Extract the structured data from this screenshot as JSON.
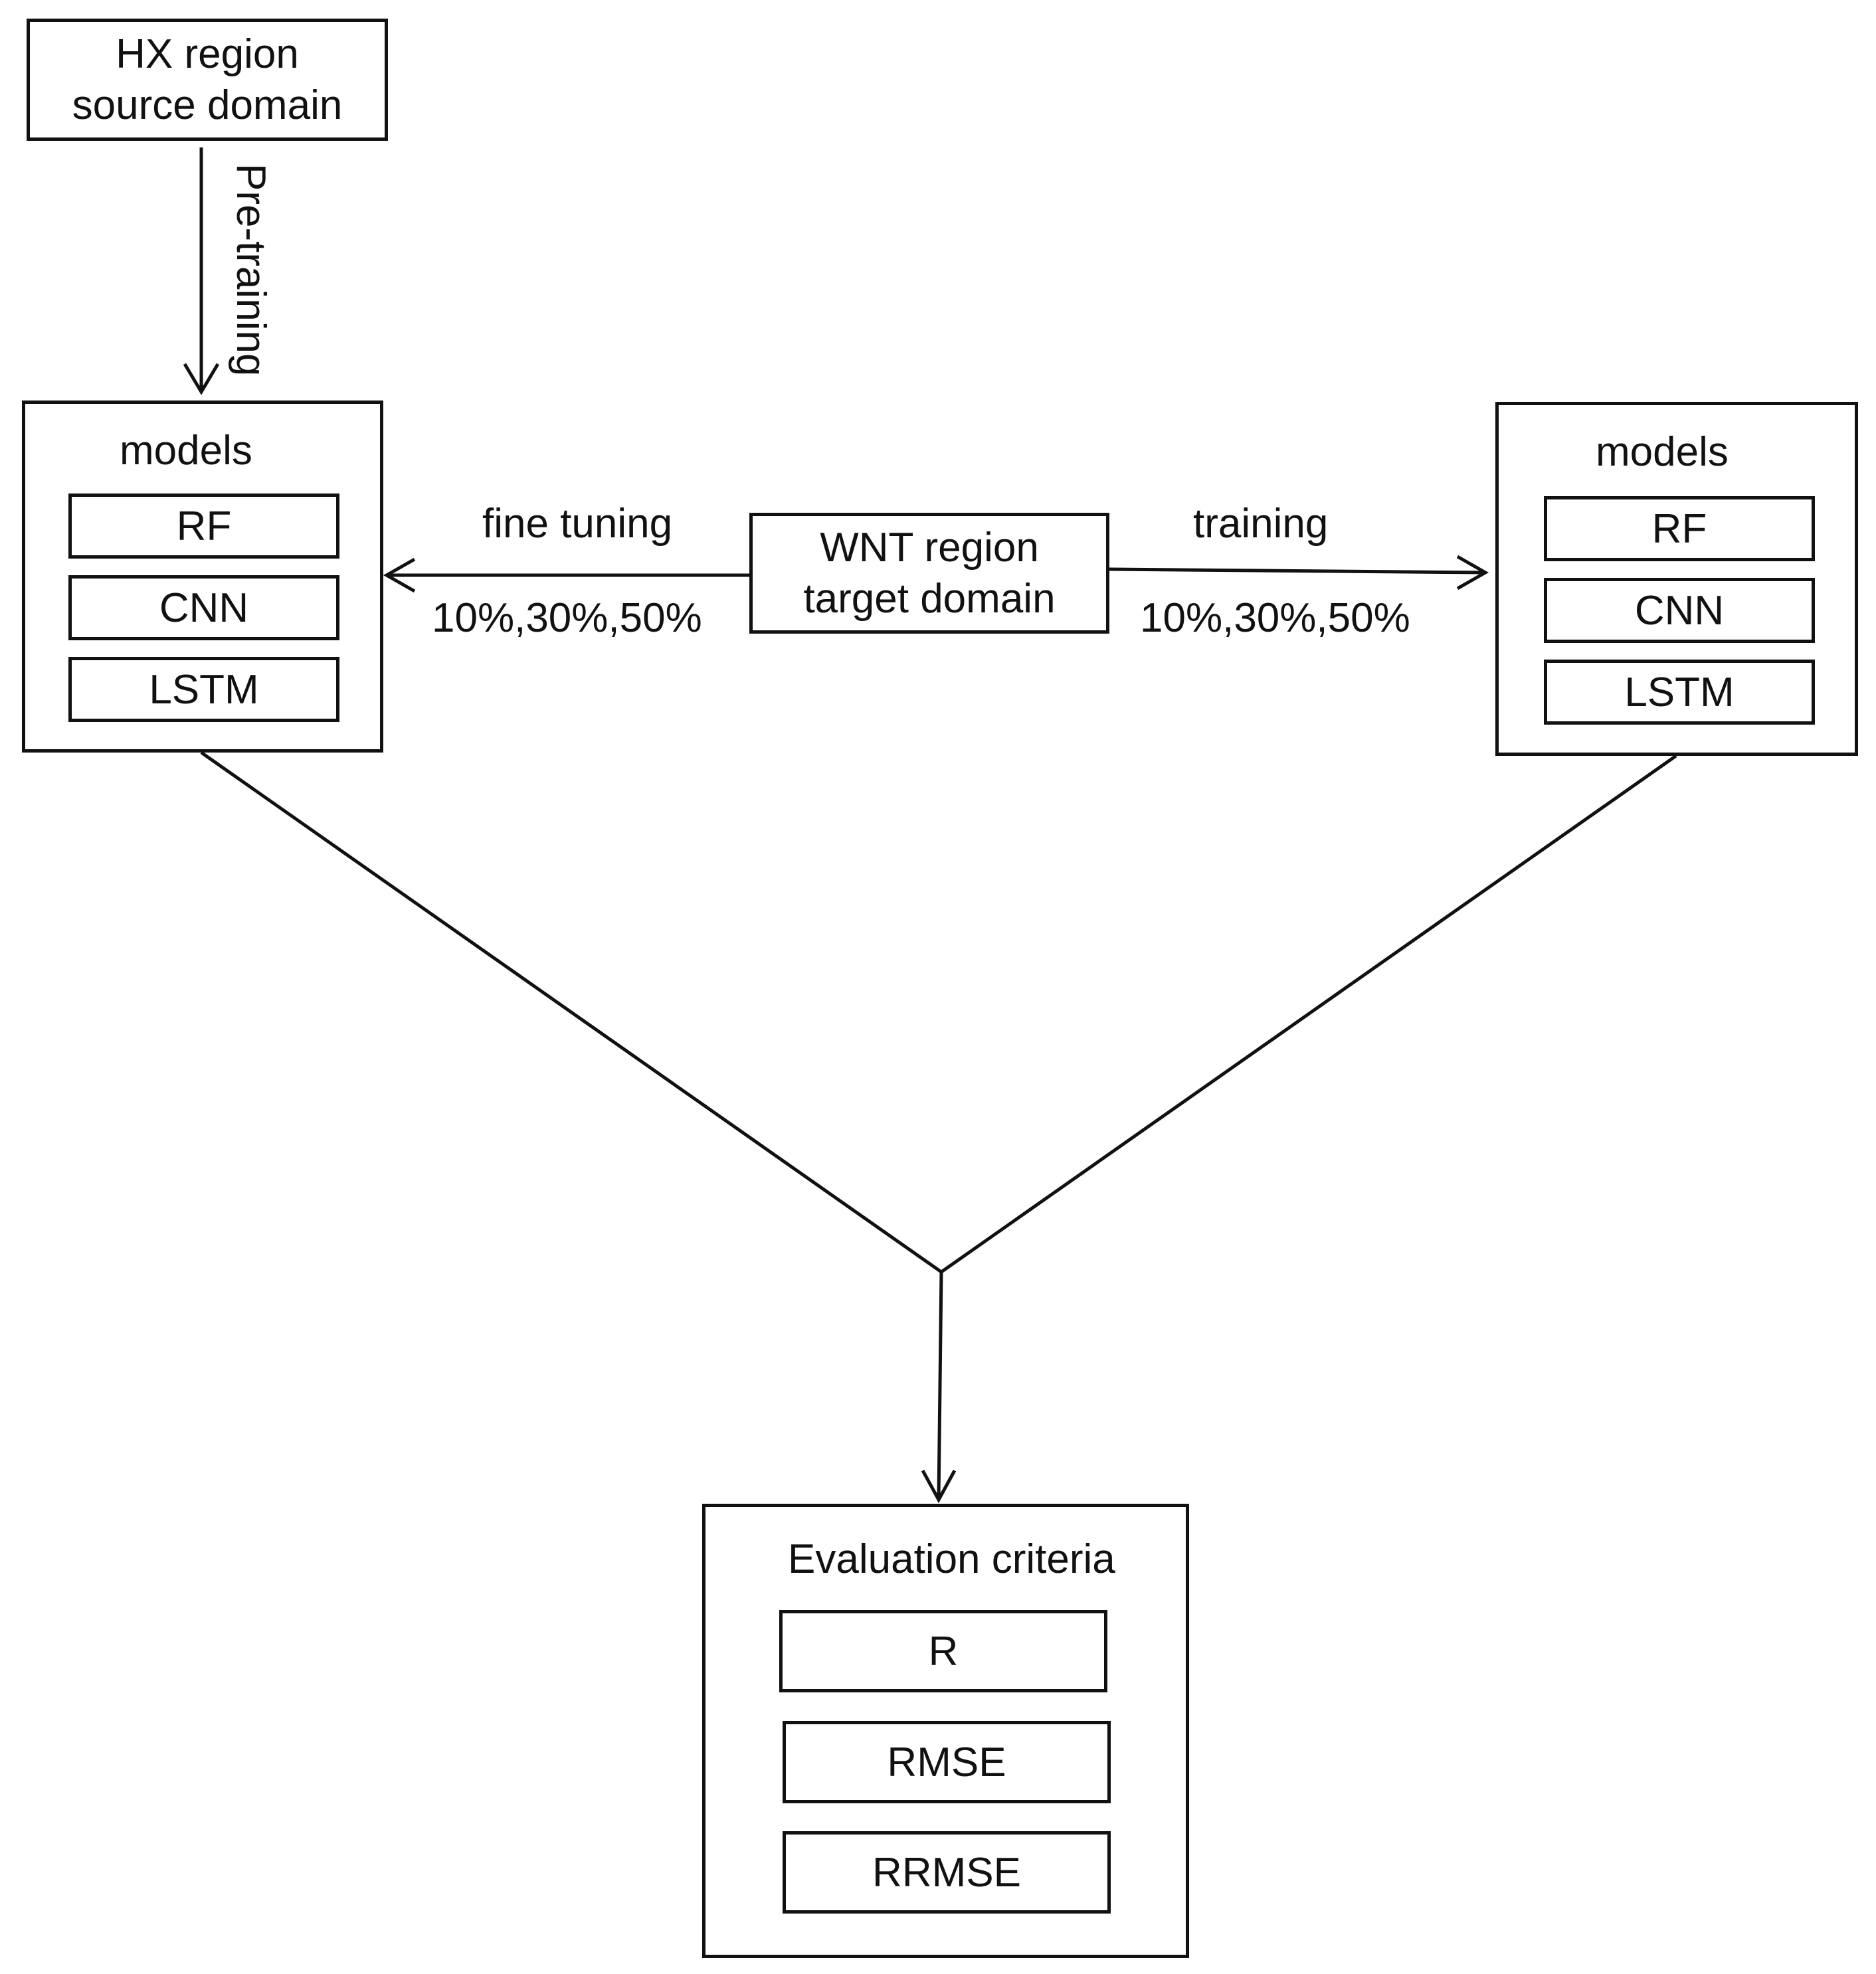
{
  "source": {
    "line1": "HX region",
    "line2": "source domain",
    "arrow_label": "Pre-training"
  },
  "target": {
    "line1": "WNT region",
    "line2": "target domain"
  },
  "left_models": {
    "title": "models",
    "items": [
      "RF",
      "CNN",
      "LSTM"
    ]
  },
  "right_models": {
    "title": "models",
    "items": [
      "RF",
      "CNN",
      "LSTM"
    ]
  },
  "fine_tuning": {
    "label": "fine tuning",
    "percentages": "10%,30%,50%"
  },
  "training": {
    "label": "training",
    "percentages": "10%,30%,50%"
  },
  "evaluation": {
    "title": "Evaluation criteria",
    "items": [
      "R",
      "RMSE",
      "RRMSE"
    ]
  }
}
